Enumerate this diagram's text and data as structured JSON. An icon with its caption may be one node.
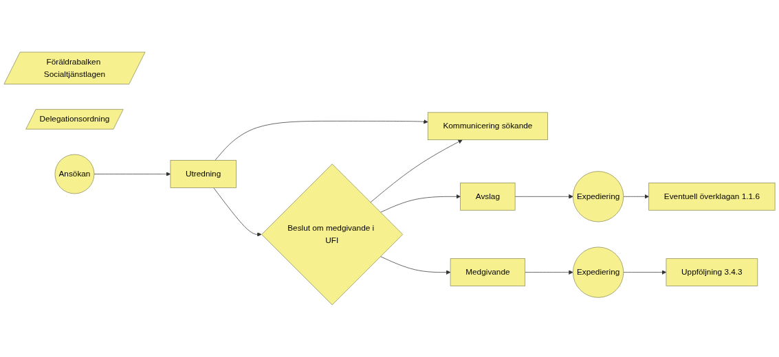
{
  "diagram": {
    "nodes": [
      {
        "text": [
          "Föräldrabalken Socialtjänstlagen"
        ]
      },
      {
        "text": [
          "Delegationsordning"
        ]
      },
      {
        "text": [
          "Ansökan"
        ]
      },
      {
        "text": [
          "Utredning"
        ]
      },
      {
        "text": [
          "Beslut om medgivande i UFI"
        ]
      },
      {
        "text": [
          "Kommunicering sökande"
        ]
      },
      {
        "text": [
          "Avslag"
        ]
      },
      {
        "text": [
          "Expediering"
        ]
      },
      {
        "text": [
          "Eventuell överklagan 1.1.6"
        ]
      },
      {
        "text": [
          "Medgivande"
        ]
      },
      {
        "text": [
          "Expediering"
        ]
      },
      {
        "text": [
          "Uppföljning 3.4.3"
        ]
      }
    ],
    "edges": [
      {
        "from": 2,
        "to": 3,
        "arrow": "to"
      },
      {
        "from": 3,
        "to": 4,
        "arrow": "to"
      },
      {
        "from": 3,
        "to": 5,
        "arrow": "to"
      },
      {
        "from": 4,
        "to": 5,
        "arrow": "to"
      },
      {
        "from": 4,
        "to": 6,
        "arrow": "to"
      },
      {
        "from": 4,
        "to": 9,
        "arrow": "to"
      },
      {
        "from": 6,
        "to": 7,
        "arrow": "to"
      },
      {
        "from": 7,
        "to": 8,
        "arrow": "to"
      },
      {
        "from": 9,
        "to": 10,
        "arrow": "to"
      },
      {
        "from": 10,
        "to": 11,
        "arrow": "to"
      }
    ]
  }
}
